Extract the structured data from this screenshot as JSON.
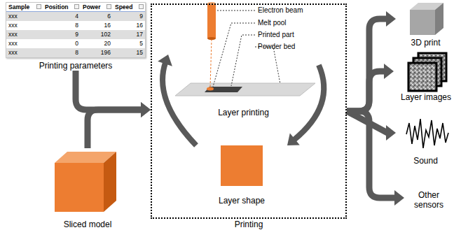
{
  "diagram": {
    "nodes": [
      {
        "text": [
          "Printing parameters"
        ]
      },
      {
        "text": [
          "Sliced model"
        ]
      },
      {
        "text": [
          "Printing"
        ]
      },
      {
        "text": [
          "Layer printing"
        ],
        "in": 2
      },
      {
        "text": [
          "Layer shape"
        ],
        "in": 2
      },
      {
        "text": [
          "3D print"
        ]
      },
      {
        "text": [
          "Layer images"
        ]
      },
      {
        "text": [
          "Sound"
        ]
      },
      {
        "text": [
          "Other sensors"
        ]
      }
    ],
    "edges": [
      {
        "from": 0,
        "to": 2,
        "arrow": "to"
      },
      {
        "from": 1,
        "to": 2,
        "arrow": "to"
      },
      {
        "from": 3,
        "to": 4,
        "arrow": "to"
      },
      {
        "from": 4,
        "to": 3,
        "arrow": "to"
      },
      {
        "from": 2,
        "to": 5,
        "arrow": "to"
      },
      {
        "from": 2,
        "to": 6,
        "arrow": "to"
      },
      {
        "from": 2,
        "to": 7,
        "arrow": "to"
      },
      {
        "from": 2,
        "to": 8,
        "arrow": "to"
      }
    ],
    "labels": [
      "Sample",
      "Position",
      "Power",
      "Speed",
      "xxx",
      "4",
      "6",
      "9",
      "xxx",
      "8",
      "16",
      "16",
      "xxx",
      "9",
      "102",
      "17",
      "xxx",
      "0",
      "20",
      "5",
      "xxx",
      "8",
      "196",
      "15",
      "Electron beam",
      "Melt pool",
      "Printed part",
      "Powder bed"
    ]
  }
}
